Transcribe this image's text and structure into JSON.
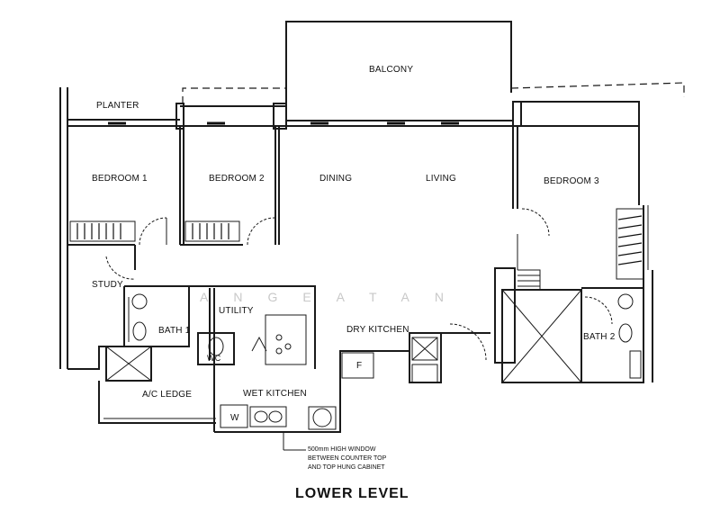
{
  "rooms": {
    "balcony": "BALCONY",
    "planter": "PLANTER",
    "bedroom1": "BEDROOM 1",
    "bedroom2": "BEDROOM 2",
    "dining": "DINING",
    "living": "LIVING",
    "bedroom3": "BEDROOM 3",
    "study": "STUDY",
    "utility": "UTILITY",
    "bath1": "BATH 1",
    "dry_kitchen": "DRY KITCHEN",
    "bath2": "BATH 2",
    "ac_ledge": "A/C  LEDGE",
    "wet_kitchen": "WET KITCHEN",
    "wc": "WC"
  },
  "fixtures": {
    "fridge": "F",
    "washer": "W"
  },
  "note": {
    "line1": "500mm HIGH WINDOW",
    "line2": "BETWEEN COUNTER TOP",
    "line3": "AND TOP HUNG CABINET"
  },
  "watermark": "ANGEATAN",
  "title": "LOWER LEVEL"
}
